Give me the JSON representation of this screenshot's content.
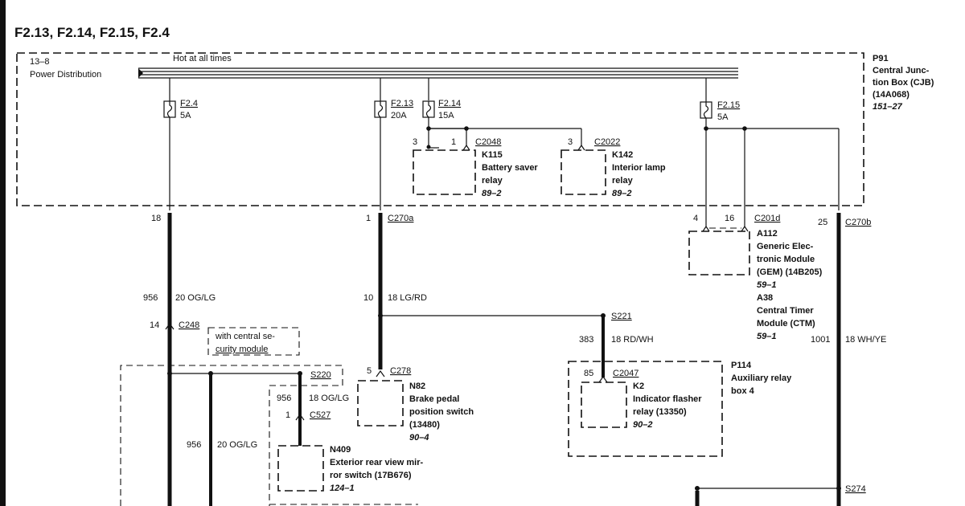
{
  "title": "F2.13, F2.14, F2.15, F2.4",
  "bus": {
    "label": "Hot at all times",
    "source_ref": "13–8",
    "source_name": "Power Distribution"
  },
  "cjb": {
    "id": "P91",
    "lines": [
      "Central Junc-",
      "tion Box (CJB)",
      "(14A068)"
    ],
    "page": "151–27"
  },
  "fuses": {
    "f24": {
      "id": "F2.4",
      "amps": "5A"
    },
    "f213": {
      "id": "F2.13",
      "amps": "20A"
    },
    "f214": {
      "id": "F2.14",
      "amps": "15A"
    },
    "f215": {
      "id": "F2.15",
      "amps": "5A"
    }
  },
  "k115": {
    "connector": "C2048",
    "pin_left": "3",
    "pin_right": "1",
    "id": "K115",
    "lines": [
      "Battery saver",
      "relay"
    ],
    "page": "89–2"
  },
  "k142": {
    "connector": "C2022",
    "pin": "3",
    "id": "K142",
    "lines": [
      "Interior lamp",
      "relay"
    ],
    "page": "89–2"
  },
  "connectors": {
    "c270a": {
      "id": "C270a",
      "pin_left": "18",
      "pin_right": "1"
    },
    "c201d": {
      "id": "C201d",
      "pin_a": "4",
      "pin_b": "16"
    },
    "c270b": {
      "id": "C270b",
      "pin": "25"
    },
    "c248": {
      "id": "C248",
      "pin": "14"
    },
    "c278": {
      "id": "C278",
      "pin": "5"
    },
    "c527": {
      "id": "C527",
      "pin": "1"
    },
    "c2047": {
      "id": "C2047",
      "pin": "85"
    }
  },
  "splices": {
    "s220": "S220",
    "s221": "S221",
    "s274": "S274"
  },
  "wires": {
    "w956a": {
      "circuit": "956",
      "gauge": "20 OG/LG"
    },
    "w10": {
      "circuit": "10",
      "gauge": "18 LG/RD"
    },
    "w383": {
      "circuit": "383",
      "gauge": "18 RD/WH"
    },
    "w956b": {
      "circuit": "956",
      "gauge": "18 OG/LG"
    },
    "w956c": {
      "circuit": "956",
      "gauge": "20 OG/LG"
    },
    "w1001": {
      "circuit": "1001",
      "gauge": "18 WH/YE"
    }
  },
  "security_note": [
    "with central se-",
    "curity module"
  ],
  "a112": {
    "id": "A112",
    "lines": [
      "Generic Elec-",
      "tronic Module",
      "(GEM) (14B205)"
    ],
    "page": "59–1"
  },
  "a38": {
    "id": "A38",
    "lines": [
      "Central Timer",
      "Module (CTM)"
    ],
    "page": "59–1"
  },
  "n82": {
    "id": "N82",
    "lines": [
      "Brake pedal",
      "position switch",
      "(13480)"
    ],
    "page": "90–4"
  },
  "n409": {
    "id": "N409",
    "lines": [
      "Exterior rear view mir-",
      "ror switch (17B676)"
    ],
    "page": "124–1"
  },
  "p114": {
    "id": "P114",
    "lines": [
      "Auxiliary relay",
      "box 4"
    ]
  },
  "k2": {
    "id": "K2",
    "lines": [
      "Indicator flasher",
      "relay (13350)"
    ],
    "page": "90–2"
  }
}
